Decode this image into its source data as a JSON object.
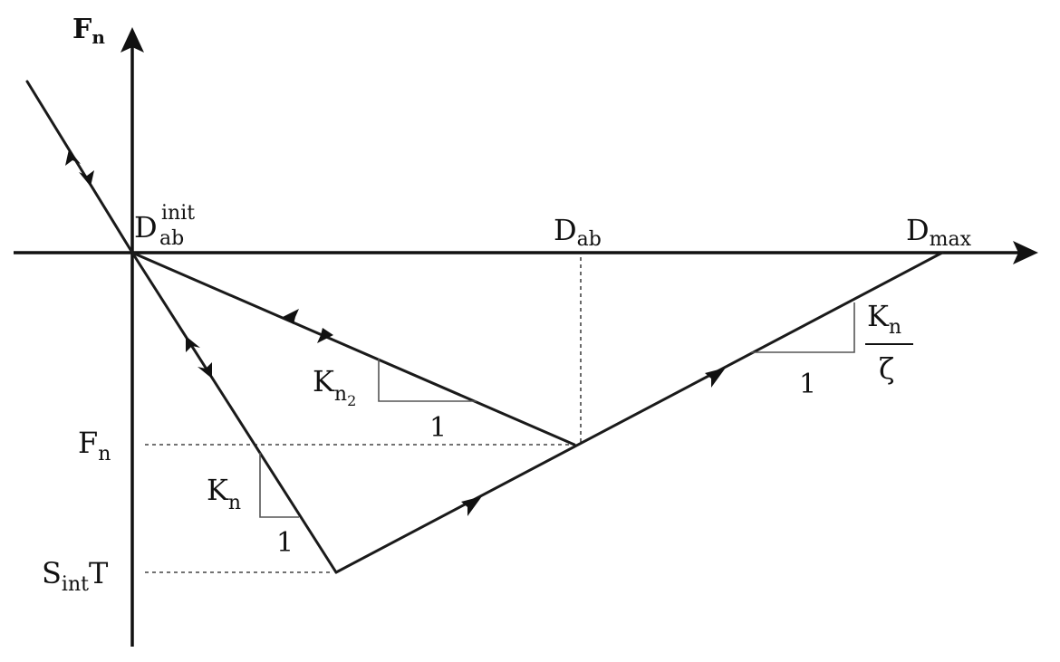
{
  "axes": {
    "y_title": "F",
    "y_title_sub": "n"
  },
  "points": {
    "d_init": {
      "main": "D",
      "sup": "init",
      "sub": "ab"
    },
    "d_ab": {
      "main": "D",
      "sub": "ab"
    },
    "d_max": {
      "main": "D",
      "sub": "max"
    },
    "f_n": {
      "main": "F",
      "sub": "n"
    },
    "s_int_t": {
      "main": "S",
      "sub": "int",
      "tail": "T"
    }
  },
  "slopes": {
    "k_n2": {
      "main": "K",
      "sub": "n",
      "subsub": "2",
      "run": "1"
    },
    "k_n": {
      "main": "K",
      "sub": "n",
      "run": "1"
    },
    "k_n_zeta": {
      "num_main": "K",
      "num_sub": "n",
      "den": "ζ",
      "run": "1"
    }
  },
  "colors": {
    "line": "#1a1a1a",
    "dashed": "#444444",
    "slope_triangle": "#555555"
  }
}
